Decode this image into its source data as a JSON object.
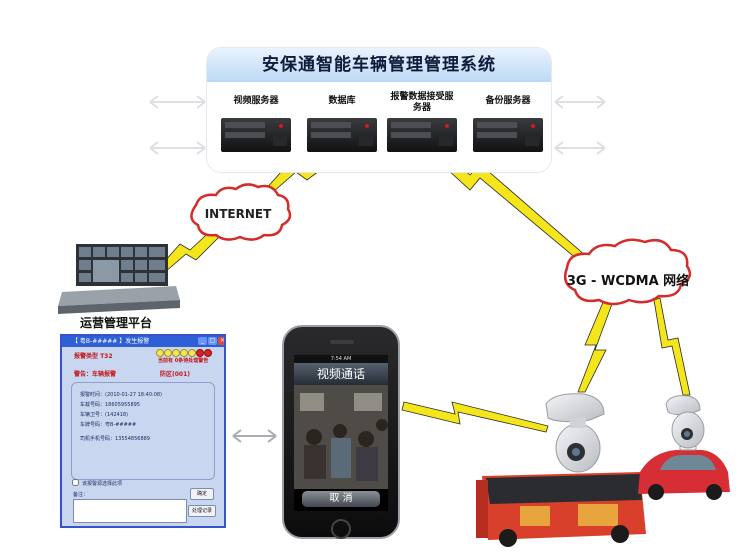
{
  "system": {
    "title": "安保通智能车辆管理管理系统",
    "servers": [
      {
        "label": "视频服务器"
      },
      {
        "label": "数据库"
      },
      {
        "label": "报警数据接受服务器"
      },
      {
        "label": "备份服务器"
      }
    ]
  },
  "network": {
    "internet_label": "INTERNET",
    "mobile_label": "3G - WCDMA 网络"
  },
  "platform": {
    "caption": "运营管理平台"
  },
  "alarm_window": {
    "title": "【 粤B-##### 】发生报警",
    "alarm_type_label": "报警类型 T32",
    "status_text": "当前有 0条待处理警告",
    "alert_label": "警告：车辆报警",
    "defense_zone": "防区(001)",
    "details": [
      "报警时间：(2010-01-27 18:40:08)",
      "车载号码：18605955895",
      "车辆卫号：(142418)",
      "车牌号码：粤B-##### ",
      "司机手机号码：13554856889"
    ],
    "checkbox_label": "该报警源选择此项",
    "note_label": "备注：",
    "confirm_button": "确定",
    "record_button": "处理记录"
  },
  "phone": {
    "time": "7:54 AM",
    "screen_title": "视频通话",
    "cancel_button": "取 消"
  },
  "colors": {
    "lightning": "#f5e61b",
    "cloud_outline": "#d42b2b",
    "window_border": "#3554c9",
    "title_bar": "#2f5fd6",
    "bus_body": "#d8402b",
    "taxi_body": "#d62e34"
  }
}
